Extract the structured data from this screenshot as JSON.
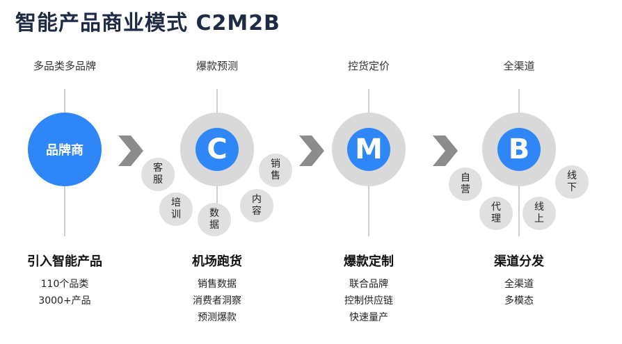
{
  "title": "智能产品商业模式 C2M2B",
  "columns": [
    {
      "top_label": "多品类多品牌",
      "center": "品牌商",
      "heading": "引入智能产品",
      "items": [
        "110个品类",
        "3000+产品"
      ]
    },
    {
      "top_label": "爆款预测",
      "center": "C",
      "bubbles": [
        "客服",
        "培训",
        "数据",
        "内容",
        "销售"
      ],
      "heading": "机场跑货",
      "items": [
        "销售数据",
        "消费者洞察",
        "预测爆款"
      ]
    },
    {
      "top_label": "控货定价",
      "center": "M",
      "heading": "爆款定制",
      "items": [
        "联合品牌",
        "控制供应链",
        "快速量产"
      ]
    },
    {
      "top_label": "全渠道",
      "center": "B",
      "bubbles": [
        "自营",
        "代理",
        "线上",
        "线下"
      ],
      "heading": "渠道分发",
      "items": [
        "全渠道",
        "多模态"
      ]
    }
  ],
  "colors": {
    "accent": "#2f86f6",
    "ring": "#d9d9d9",
    "bubble": "#e0e0e0",
    "chevron": "#8c8c8c"
  },
  "icons": [
    "chevron-right-icon",
    "chevron-right-icon",
    "chevron-right-icon"
  ]
}
